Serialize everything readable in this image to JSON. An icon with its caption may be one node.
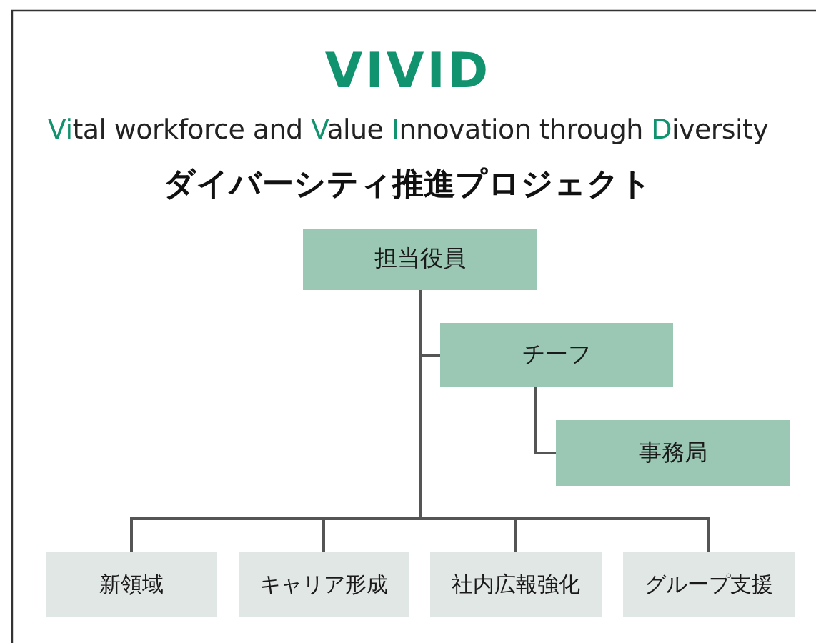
{
  "diagram": {
    "title": "VIVID",
    "nodes": [
      {
        "text": [
          "担当役員"
        ]
      },
      {
        "text": [
          "チーフ"
        ]
      },
      {
        "text": [
          "事務局"
        ]
      },
      {
        "text": [
          "新領域"
        ]
      },
      {
        "text": [
          "キャリア形成"
        ]
      },
      {
        "text": [
          "社内広報強化"
        ]
      },
      {
        "text": [
          "グループ支援"
        ]
      }
    ],
    "edges": [
      {
        "from": 0,
        "to": 1,
        "arrow": "none"
      },
      {
        "from": 1,
        "to": 2,
        "arrow": "none"
      },
      {
        "from": 0,
        "to": 3,
        "arrow": "none"
      },
      {
        "from": 0,
        "to": 4,
        "arrow": "none"
      },
      {
        "from": 0,
        "to": 5,
        "arrow": "none"
      },
      {
        "from": 0,
        "to": 6,
        "arrow": "none"
      }
    ],
    "labels": [
      "Vital workforce and Value Innovation through Diversity",
      "ダイバーシティ推進プロジェクト"
    ]
  }
}
